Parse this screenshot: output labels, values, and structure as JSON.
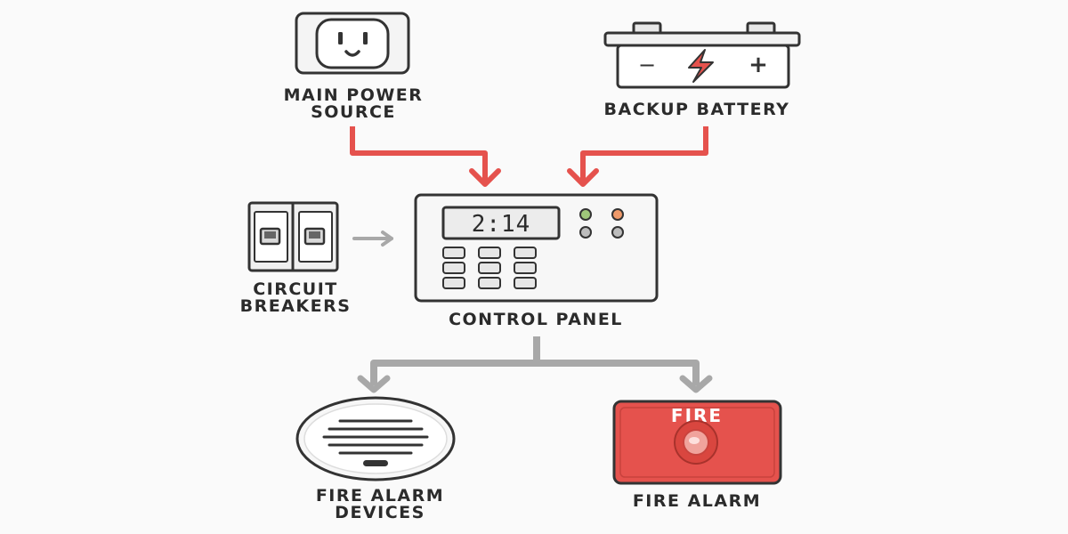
{
  "colors": {
    "background": "#fafafa",
    "outline": "#333333",
    "power_arrow": "#e5524d",
    "signal_arrow": "#a8a8a8",
    "fire_panel": "#e5524d",
    "led_green": "#9fc77a",
    "led_orange": "#ef9a6a",
    "led_gray": "#bdbdbd"
  },
  "nodes": {
    "main_power": {
      "label_line1": "MAIN POWER",
      "label_line2": "SOURCE",
      "icon": "power-outlet-icon"
    },
    "backup_battery": {
      "label": "BACKUP BATTERY",
      "icon": "battery-icon",
      "minus": "−",
      "plus": "+"
    },
    "circuit_breakers": {
      "label_line1": "CIRCUIT",
      "label_line2": "BREAKERS",
      "icon": "circuit-breaker-icon"
    },
    "control_panel": {
      "label": "CONTROL PANEL",
      "display": "2:14",
      "icon": "control-panel-icon"
    },
    "fire_alarm_devices": {
      "label_line1": "FIRE ALARM",
      "label_line2": "DEVICES",
      "icon": "smoke-detector-icon"
    },
    "fire_alarm": {
      "label": "FIRE ALARM",
      "sign": "FIRE",
      "icon": "fire-alarm-pull-station-icon"
    }
  },
  "edges": [
    {
      "from": "main_power",
      "to": "control_panel",
      "style": "power"
    },
    {
      "from": "backup_battery",
      "to": "control_panel",
      "style": "power"
    },
    {
      "from": "circuit_breakers",
      "to": "control_panel",
      "style": "signal"
    },
    {
      "from": "control_panel",
      "to": "fire_alarm_devices",
      "style": "signal"
    },
    {
      "from": "control_panel",
      "to": "fire_alarm",
      "style": "signal"
    }
  ]
}
